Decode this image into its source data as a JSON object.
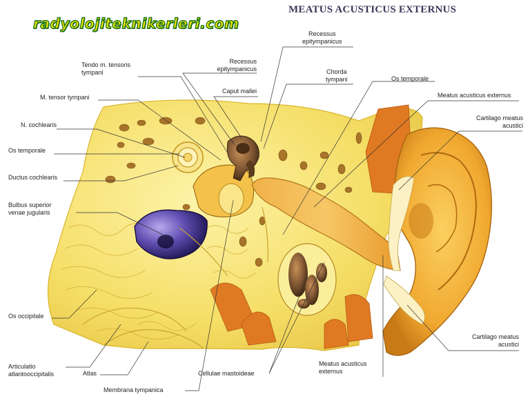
{
  "title": "MEATUS ACUSTICUS EXTERNUS",
  "watermark": "radyolojiteknikerleri.com",
  "labels": {
    "recessus_epitympanicus_top": "Recessus\nepitympanicus",
    "tendo_tensoris": "Tendo m. tensoris\ntympani",
    "recessus_epitympanicus_mid": "Recessus\nepitympanicus",
    "chorda_tympani": "Chorda\ntympani",
    "os_temporale_top": "Os temporale",
    "caput_mallei": "Caput mallei",
    "meatus_acusticus_externus_top": "Meatus acusticus externus",
    "m_tensor_tympani": "M. tensor tympani",
    "cartilago_meatus_top": "Cartilago meatus\nacustici",
    "n_cochlearis": "N. cochlearis",
    "os_temporale_left": "Os temporale",
    "ductus_cochlearis": "Ductus cochlearis",
    "bulbus_superior": "Bulbus superior\nvenae jugularis",
    "os_occipitale": "Os occipitale",
    "cartilago_meatus_bottom": "Cartilago meatus\nacustici",
    "meatus_acusticus_externus_bottom": "Meatus acusticus\nexternus",
    "articulatio": "Articulatio\natlantooccipitalis",
    "atlas": "Atlas",
    "cellulae_mastoideae": "Cellulae mastoideae",
    "membrana_tympanica": "Membrana tympanica"
  },
  "colors": {
    "bone": "#f7e06a",
    "bone_light": "#fbee9a",
    "bone_edge": "#d9b52a",
    "muscle": "#e07a22",
    "ear_skin": "#f2b23a",
    "ear_dark": "#c97a16",
    "vein": "#5b4aa8",
    "pit": "#a8742a",
    "ossicle": "#6b4a2a",
    "leader": "#333333"
  }
}
